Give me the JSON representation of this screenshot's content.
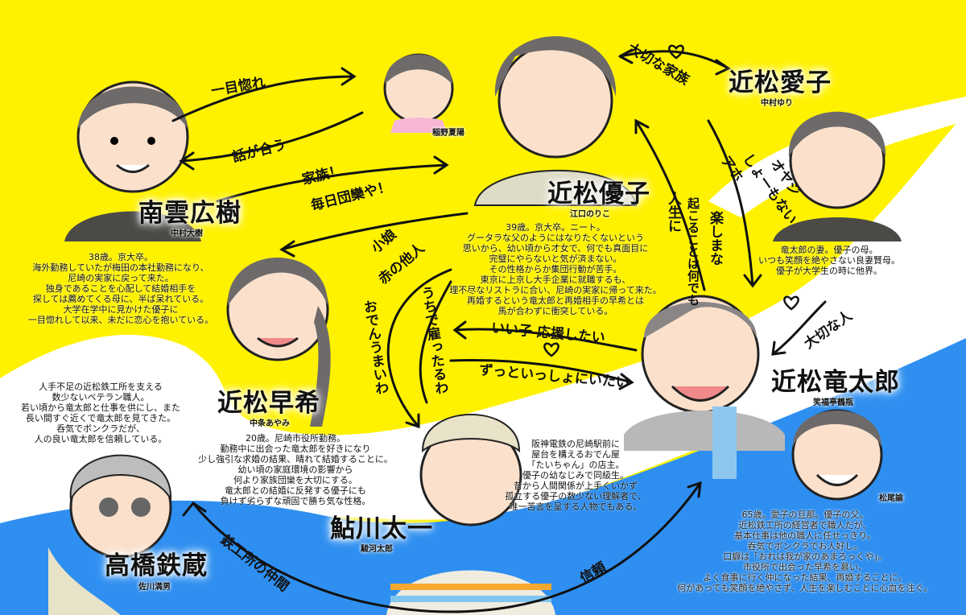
{
  "colors": {
    "background_yellow": "#fff200",
    "background_blue": "#2e8ff0",
    "swoosh_white": "#ffffff"
  },
  "characters": {
    "nagumo": {
      "name": "南雲広樹",
      "actor": "中村大樹",
      "desc": "38歳。京大卒。\n海外勤務していたが梅田の本社勤務になり、\n尼崎の実家に戻って来た。\n独身であることを心配して結婚相手を\n探しては薦めてくる母に、半ば呆れている。\n大学在学中に見かけた優子に\n一目惚れして以来、未だに恋心を抱いている。"
    },
    "girl": {
      "actor": "稲野夏陽"
    },
    "yuko": {
      "name": "近松優子",
      "actor": "江口のりこ",
      "desc": "39歳。京大卒。ニート。\nグータラな父のようにはなりたくないという\n思いから、幼い頃から才女で、何でも真面目に\n完璧にやらないと気が済まない。\nその性格からか集団行動が苦手。\n東京に上京し大手企業に就職するも、\n理不尽なリストラに合い、尼崎の実家に帰って来た。\n再婚するという竜太郎と再婚相手の早希とは\n馬が合わずに衝突している。"
    },
    "aiko": {
      "name": "近松愛子",
      "actor": "中村ゆり",
      "desc": "竜太郎の妻。優子の母。\nいつも笑顔を絶やさない良妻賢母。\n優子が大学生の時に他界。"
    },
    "saki": {
      "name": "近松早希",
      "actor": "中条あやみ",
      "desc": "20歳。尼崎市役所勤務。\n勤務中に出会った竜太郎を好きになり\n少し強引な求婚の結果、晴れて結婚することに。\n幼い頃の家庭環境の影響から\n何より家族団欒を大切にする。\n竜太郎との結婚に反発する優子にも\n負けず劣らずな頑固で勝ち気な性格。"
    },
    "ryutaro": {
      "name": "近松竜太郎",
      "actor": "笑福亭鶴瓶",
      "desc": "65歳。愛子の旦那。優子の父。\n近松鉄工所の経営者で職人だが、\n基本仕事は他の職人に任せっきり。\n呑気でボンクラでお人好し。\n口癖は「おれは我が家のあまろっくや」。\n市役所で出会った早希を慕い、\nよく食事に行く仲になった結果、再婚することに。\n何があっても笑顔を絶やさず、人生を楽しむことに心血を注ぐ。"
    },
    "matsuo": {
      "actor": "松尾諭"
    },
    "taichi": {
      "name": "鮎川太一",
      "actor": "駿河太郎",
      "desc": "阪神電鉄の尼崎駅前に\n屋台を構えるおでん屋\n「たいちゃん」の店主。\n優子の幼なじみで同級生。\n昔から人間関係が上手くいかず\n孤立する優子の数少ない理解者で、\n唯一苦言を呈する人物でもある。"
    },
    "tetsuzo": {
      "name": "高橋鉄蔵",
      "actor": "佐川満男",
      "desc": "人手不足の近松鉄工所を支える\n数少ないベテラン職人。\n若い頃から竜太郎と仕事を供にし、また\n長い間すぐ近くで竜太郎を見てきた。\n呑気でボンクラだが、\n人の良い竜太郎を信頼している。"
    }
  },
  "relations": {
    "hitomebore": "一目惚れ",
    "hanashi": "話が合う",
    "kazoku_line1": "家族！",
    "kazoku_line2": "毎日団欒や！",
    "komusume_line1": "小娘",
    "komusume_line2": "赤の他人",
    "oden": "おでんうまいわ",
    "yatou": "うちで雇ったるわ",
    "iiko": "いい子 応援したい",
    "zutto": "ずっといっしょにいたい",
    "taisetsu_kazoku": "大切な家族",
    "aho_line1": "アホ",
    "aho_line2": "しょーもない",
    "aho_line3": "オヤジ",
    "jinsei_line1": "人生に",
    "jinsei_line2": "起こることは何でも",
    "jinsei_line3": "楽しまな",
    "taisetsu_hito": "大切な人",
    "nakama": "鉄工所の仲間",
    "shinrai": "信頼"
  }
}
